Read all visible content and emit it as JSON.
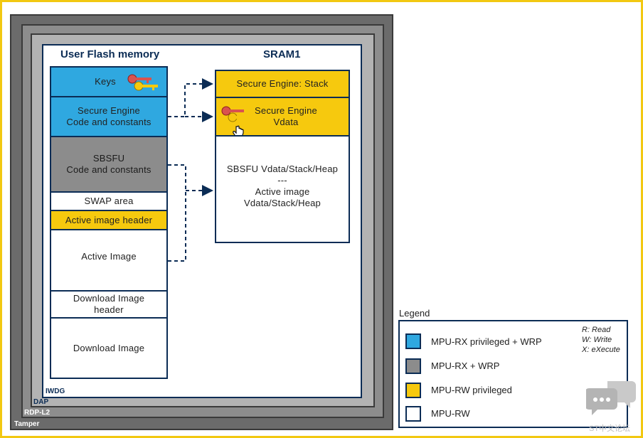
{
  "layers": {
    "tamper": "Tamper",
    "rdp": "RDP-L2",
    "dap": "DAP",
    "iwdg": "IWDG"
  },
  "flash": {
    "title": "User Flash memory",
    "keys": "Keys",
    "se_code": "Secure Engine\nCode and constants",
    "sbsfu_code": "SBSFU\nCode and constants",
    "swap": "SWAP area",
    "active_header": "Active image header",
    "active_image": "Active Image",
    "download_header": "Download Image\nheader",
    "download_image": "Download Image"
  },
  "sram": {
    "title": "SRAM1",
    "se_stack": "Secure Engine: Stack",
    "se_vdata": "Secure Engine\nVdata",
    "sbsfu_data": "SBSFU Vdata/Stack/Heap\n---\nActive image\nVdata/Stack/Heap"
  },
  "legend": {
    "title": "Legend",
    "items": [
      {
        "label": "MPU-RX privileged + WRP",
        "color": "#2fa8e0"
      },
      {
        "label": "MPU-RX + WRP",
        "color": "#8c8c8c"
      },
      {
        "label": "MPU-RW privileged",
        "color": "#f6c90e"
      },
      {
        "label": "MPU-RW",
        "color": "#ffffff"
      }
    ],
    "notes": [
      "R: Read",
      "W: Write",
      "X: eXecute"
    ]
  },
  "colors": {
    "border": "#0b2c55",
    "frame": "#f2c811"
  },
  "watermark": "ST中文论坛"
}
